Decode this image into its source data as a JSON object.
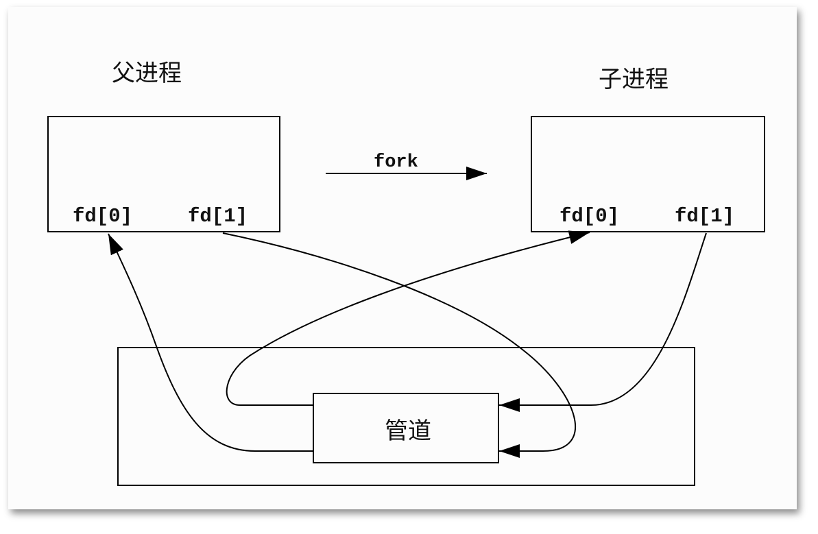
{
  "parent_process": {
    "title": "父进程",
    "fd_read": "fd[0]",
    "fd_write": "fd[1]"
  },
  "child_process": {
    "title": "子进程",
    "fd_read": "fd[0]",
    "fd_write": "fd[1]"
  },
  "fork_label": "fork",
  "pipe_label": "管道"
}
